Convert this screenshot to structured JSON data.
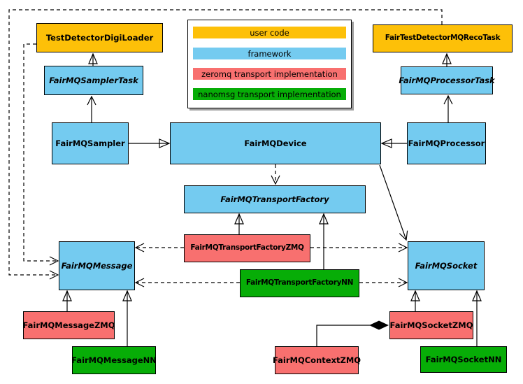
{
  "colors": {
    "user_code": "#FDC008",
    "framework": "#74CBF0",
    "zeromq": "#F8706F",
    "nanomsg": "#07AD07",
    "edge": "#000000",
    "legend_shadow": "#9E9E9E"
  },
  "legend": {
    "items": [
      {
        "label": "user code",
        "color": "#FDC008"
      },
      {
        "label": "framework",
        "color": "#74CBF0"
      },
      {
        "label": "zeromq transport implementation",
        "color": "#F8706F"
      },
      {
        "label": "nanomsg transport implementation",
        "color": "#07AD07"
      }
    ]
  },
  "classes": {
    "digiloader": {
      "label": "TestDetectorDigiLoader",
      "category": "user code",
      "abstract": false,
      "color": "#FDC008"
    },
    "recotask": {
      "label": "FairTestDetectorMQRecoTask",
      "category": "user code",
      "abstract": false,
      "color": "#FDC008"
    },
    "samplertask": {
      "label": "FairMQSamplerTask",
      "category": "framework",
      "abstract": true,
      "color": "#74CBF0"
    },
    "processortask": {
      "label": "FairMQProcessorTask",
      "category": "framework",
      "abstract": true,
      "color": "#74CBF0"
    },
    "sampler": {
      "label": "FairMQSampler",
      "category": "framework",
      "abstract": false,
      "color": "#74CBF0"
    },
    "device": {
      "label": "FairMQDevice",
      "category": "framework",
      "abstract": false,
      "color": "#74CBF0"
    },
    "processor": {
      "label": "FairMQProcessor",
      "category": "framework",
      "abstract": false,
      "color": "#74CBF0"
    },
    "transportfactory": {
      "label": "FairMQTransportFactory",
      "category": "framework",
      "abstract": true,
      "color": "#74CBF0"
    },
    "message": {
      "label": "FairMQMessage",
      "category": "framework",
      "abstract": true,
      "color": "#74CBF0"
    },
    "socket": {
      "label": "FairMQSocket",
      "category": "framework",
      "abstract": true,
      "color": "#74CBF0"
    },
    "tfzmq": {
      "label": "FairMQTransportFactoryZMQ",
      "category": "zeromq transport implementation",
      "abstract": false,
      "color": "#F8706F"
    },
    "tfnn": {
      "label": "FairMQTransportFactoryNN",
      "category": "nanomsg transport implementation",
      "abstract": false,
      "color": "#07AD07"
    },
    "msgzmq": {
      "label": "FairMQMessageZMQ",
      "category": "zeromq transport implementation",
      "abstract": false,
      "color": "#F8706F"
    },
    "msgnn": {
      "label": "FairMQMessageNN",
      "category": "nanomsg transport implementation",
      "abstract": false,
      "color": "#07AD07"
    },
    "sockzmq": {
      "label": "FairMQSocketZMQ",
      "category": "zeromq transport implementation",
      "abstract": false,
      "color": "#F8706F"
    },
    "socknn": {
      "label": "FairMQSocketNN",
      "category": "nanomsg transport implementation",
      "abstract": false,
      "color": "#07AD07"
    },
    "contextzmq": {
      "label": "FairMQContextZMQ",
      "category": "zeromq transport implementation",
      "abstract": false,
      "color": "#F8706F"
    }
  }
}
